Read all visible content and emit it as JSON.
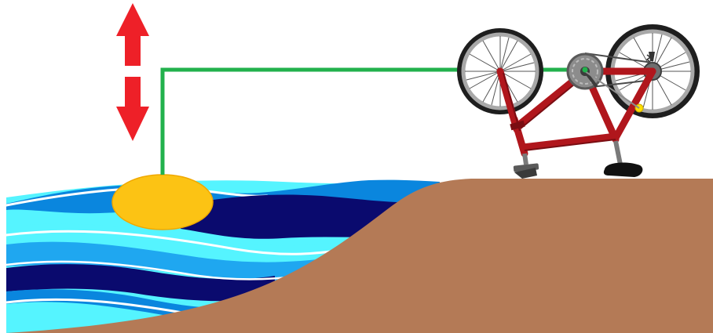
{
  "diagram": {
    "elements": [
      "vertical-motion-arrows-icon",
      "sea-waves",
      "yellow-float",
      "green-connecting-rod",
      "shore-ground",
      "upside-down-bicycle"
    ]
  },
  "colors": {
    "arrow": "#ee2028",
    "rod": "#22b14c",
    "float": "#fcc314",
    "float_stroke": "#f0a800",
    "ground": "#b47a56",
    "wave_light": "#55f4ff",
    "wave_mid": "#1fa7f0",
    "wave_blue": "#0a86de",
    "wave_dark": "#0a0a6e",
    "frame": "#b0161c",
    "frame_dark": "#7a0d12",
    "tire": "#1e1e1e",
    "rim": "#a8a8a8",
    "spoke": "#555555",
    "chainring": "#8c8c8c",
    "pedal_dot": "#ffe000"
  }
}
